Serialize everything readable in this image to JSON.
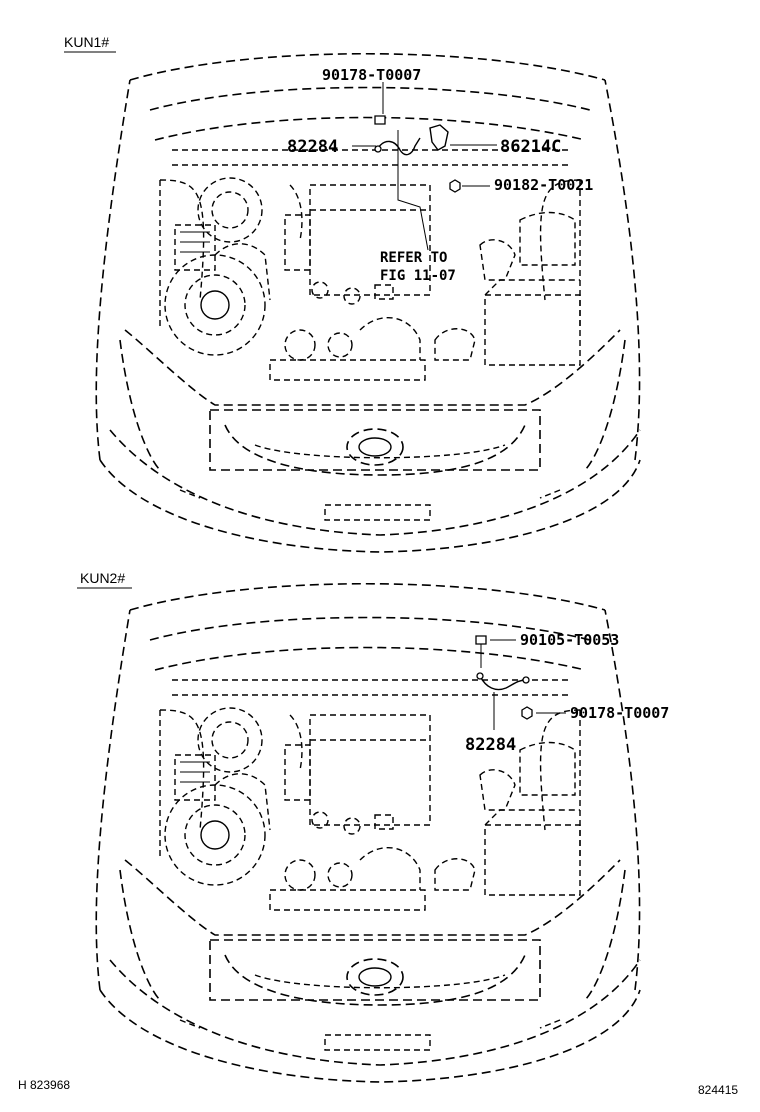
{
  "panels": [
    {
      "variant": "KUN1#",
      "callouts": [
        {
          "part": "90178-T0007"
        },
        {
          "part": "82284"
        },
        {
          "part": "86214C"
        },
        {
          "part": "90182-T0021"
        }
      ],
      "refer_note": {
        "line1": "REFER TO",
        "line2": "FIG 11-07"
      }
    },
    {
      "variant": "KUN2#",
      "callouts": [
        {
          "part": "90105-T0053"
        },
        {
          "part": "90178-T0007"
        },
        {
          "part": "82284"
        }
      ]
    }
  ],
  "footer": {
    "left_code": "H 823968",
    "right_code": "824415"
  }
}
